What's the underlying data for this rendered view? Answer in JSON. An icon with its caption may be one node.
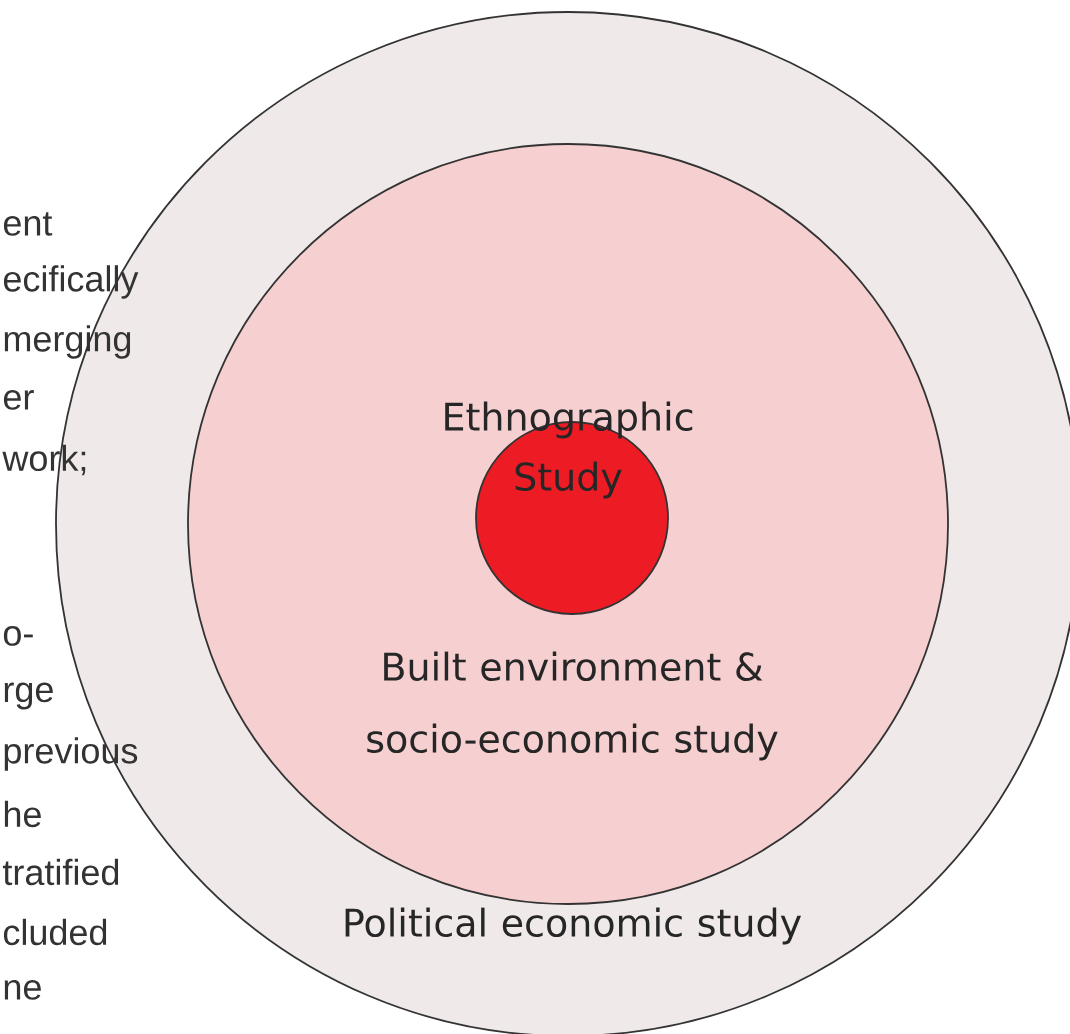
{
  "diagram": {
    "nodes": [
      {
        "text": [
          "Political economic study"
        ]
      },
      {
        "text": [
          "Built environment & socio-economic study"
        ],
        "in": 0
      },
      {
        "text": [
          "Ethnographic Study"
        ],
        "in": 1
      }
    ],
    "labels": [
      "ent",
      "ecifically",
      "merging",
      "er",
      "work;",
      "o-",
      "rge",
      "previous",
      "he",
      "tratified",
      "cluded",
      "ne"
    ]
  }
}
